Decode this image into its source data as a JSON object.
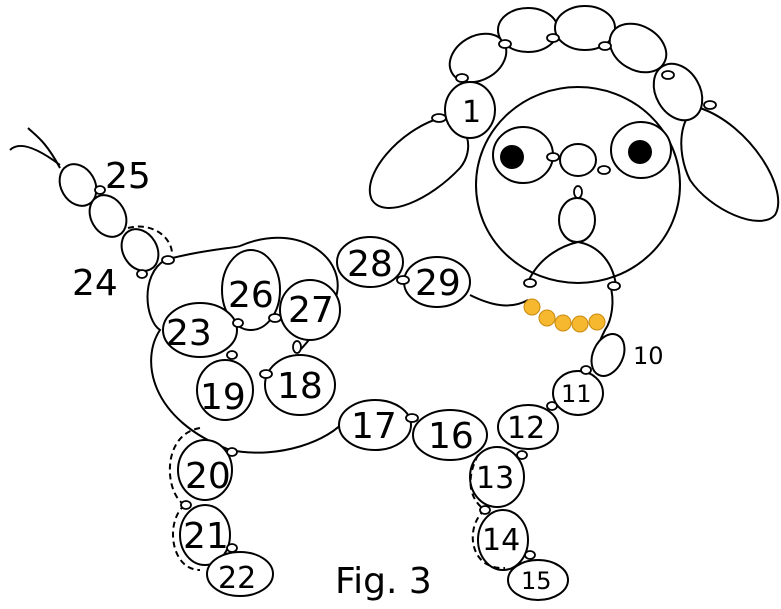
{
  "figure": {
    "caption": "Fig. 3",
    "labels": {
      "r1": "1",
      "r10": "10",
      "r11": "11",
      "r12": "12",
      "r13": "13",
      "r14": "14",
      "r15": "15",
      "r16": "16",
      "r17": "17",
      "r18": "18",
      "r19": "19",
      "r20": "20",
      "r21": "21",
      "r22": "22",
      "r23": "23",
      "r24": "24",
      "r25": "25",
      "r26": "26",
      "r27": "27",
      "r28": "28",
      "r29": "29"
    },
    "colors": {
      "outline": "#000000",
      "beads": "#f5b82e",
      "background": "#ffffff"
    }
  }
}
